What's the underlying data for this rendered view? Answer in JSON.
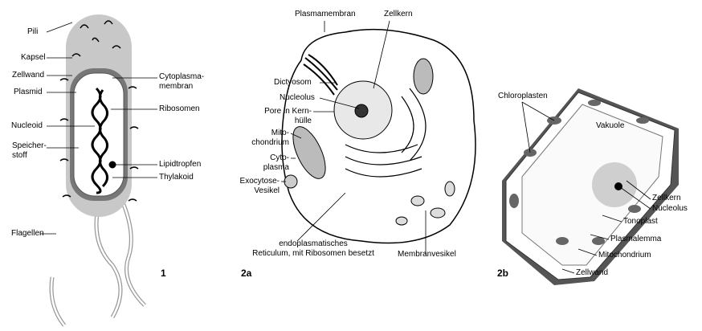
{
  "panel1": {
    "number": "1",
    "labels": {
      "pili": "Pili",
      "kapsel": "Kapsel",
      "zellwand": "Zellwand",
      "plasmid": "Plasmid",
      "nucleoid": "Nucleoid",
      "speicherstoff_1": "Speicher-",
      "speicherstoff_2": "stoff",
      "flagellen": "Flagellen",
      "cytoplasmamembran_1": "Cytoplasma-",
      "cytoplasmamembran_2": "membran",
      "ribosomen": "Ribosomen",
      "lipidtropfen": "Lipidtropfen",
      "thylakoid": "Thylakoid"
    }
  },
  "panel2a": {
    "number": "2a",
    "labels": {
      "plasmamembran": "Plasmamembran",
      "zellkern": "Zellkern",
      "dictyosom": "Dictyosom",
      "nucleolus": "Nucleolus",
      "pore_1": "Pore in Kern-",
      "pore_2": "hülle",
      "mito_1": "Mito-",
      "mito_2": "chondrium",
      "cyto_1": "Cyto-",
      "cyto_2": "plasma",
      "exo_1": "Exocytose-",
      "exo_2": "Vesikel",
      "er_1": "endoplasmatisches",
      "er_2": "Reticulum, mit Ribosomen besetzt",
      "membranvesikel": "Membranvesikel"
    }
  },
  "panel2b": {
    "number": "2b",
    "labels": {
      "chloroplasten": "Chloroplasten",
      "vakuole": "Vakuole",
      "zellkern": "Zellkern",
      "nucleolus": "Nucleolus",
      "tonoplast": "Tonoplast",
      "plasmalemma": "Plasmalemma",
      "mitochondrium": "Mitochondrium",
      "zellwand": "Zellwand"
    }
  }
}
